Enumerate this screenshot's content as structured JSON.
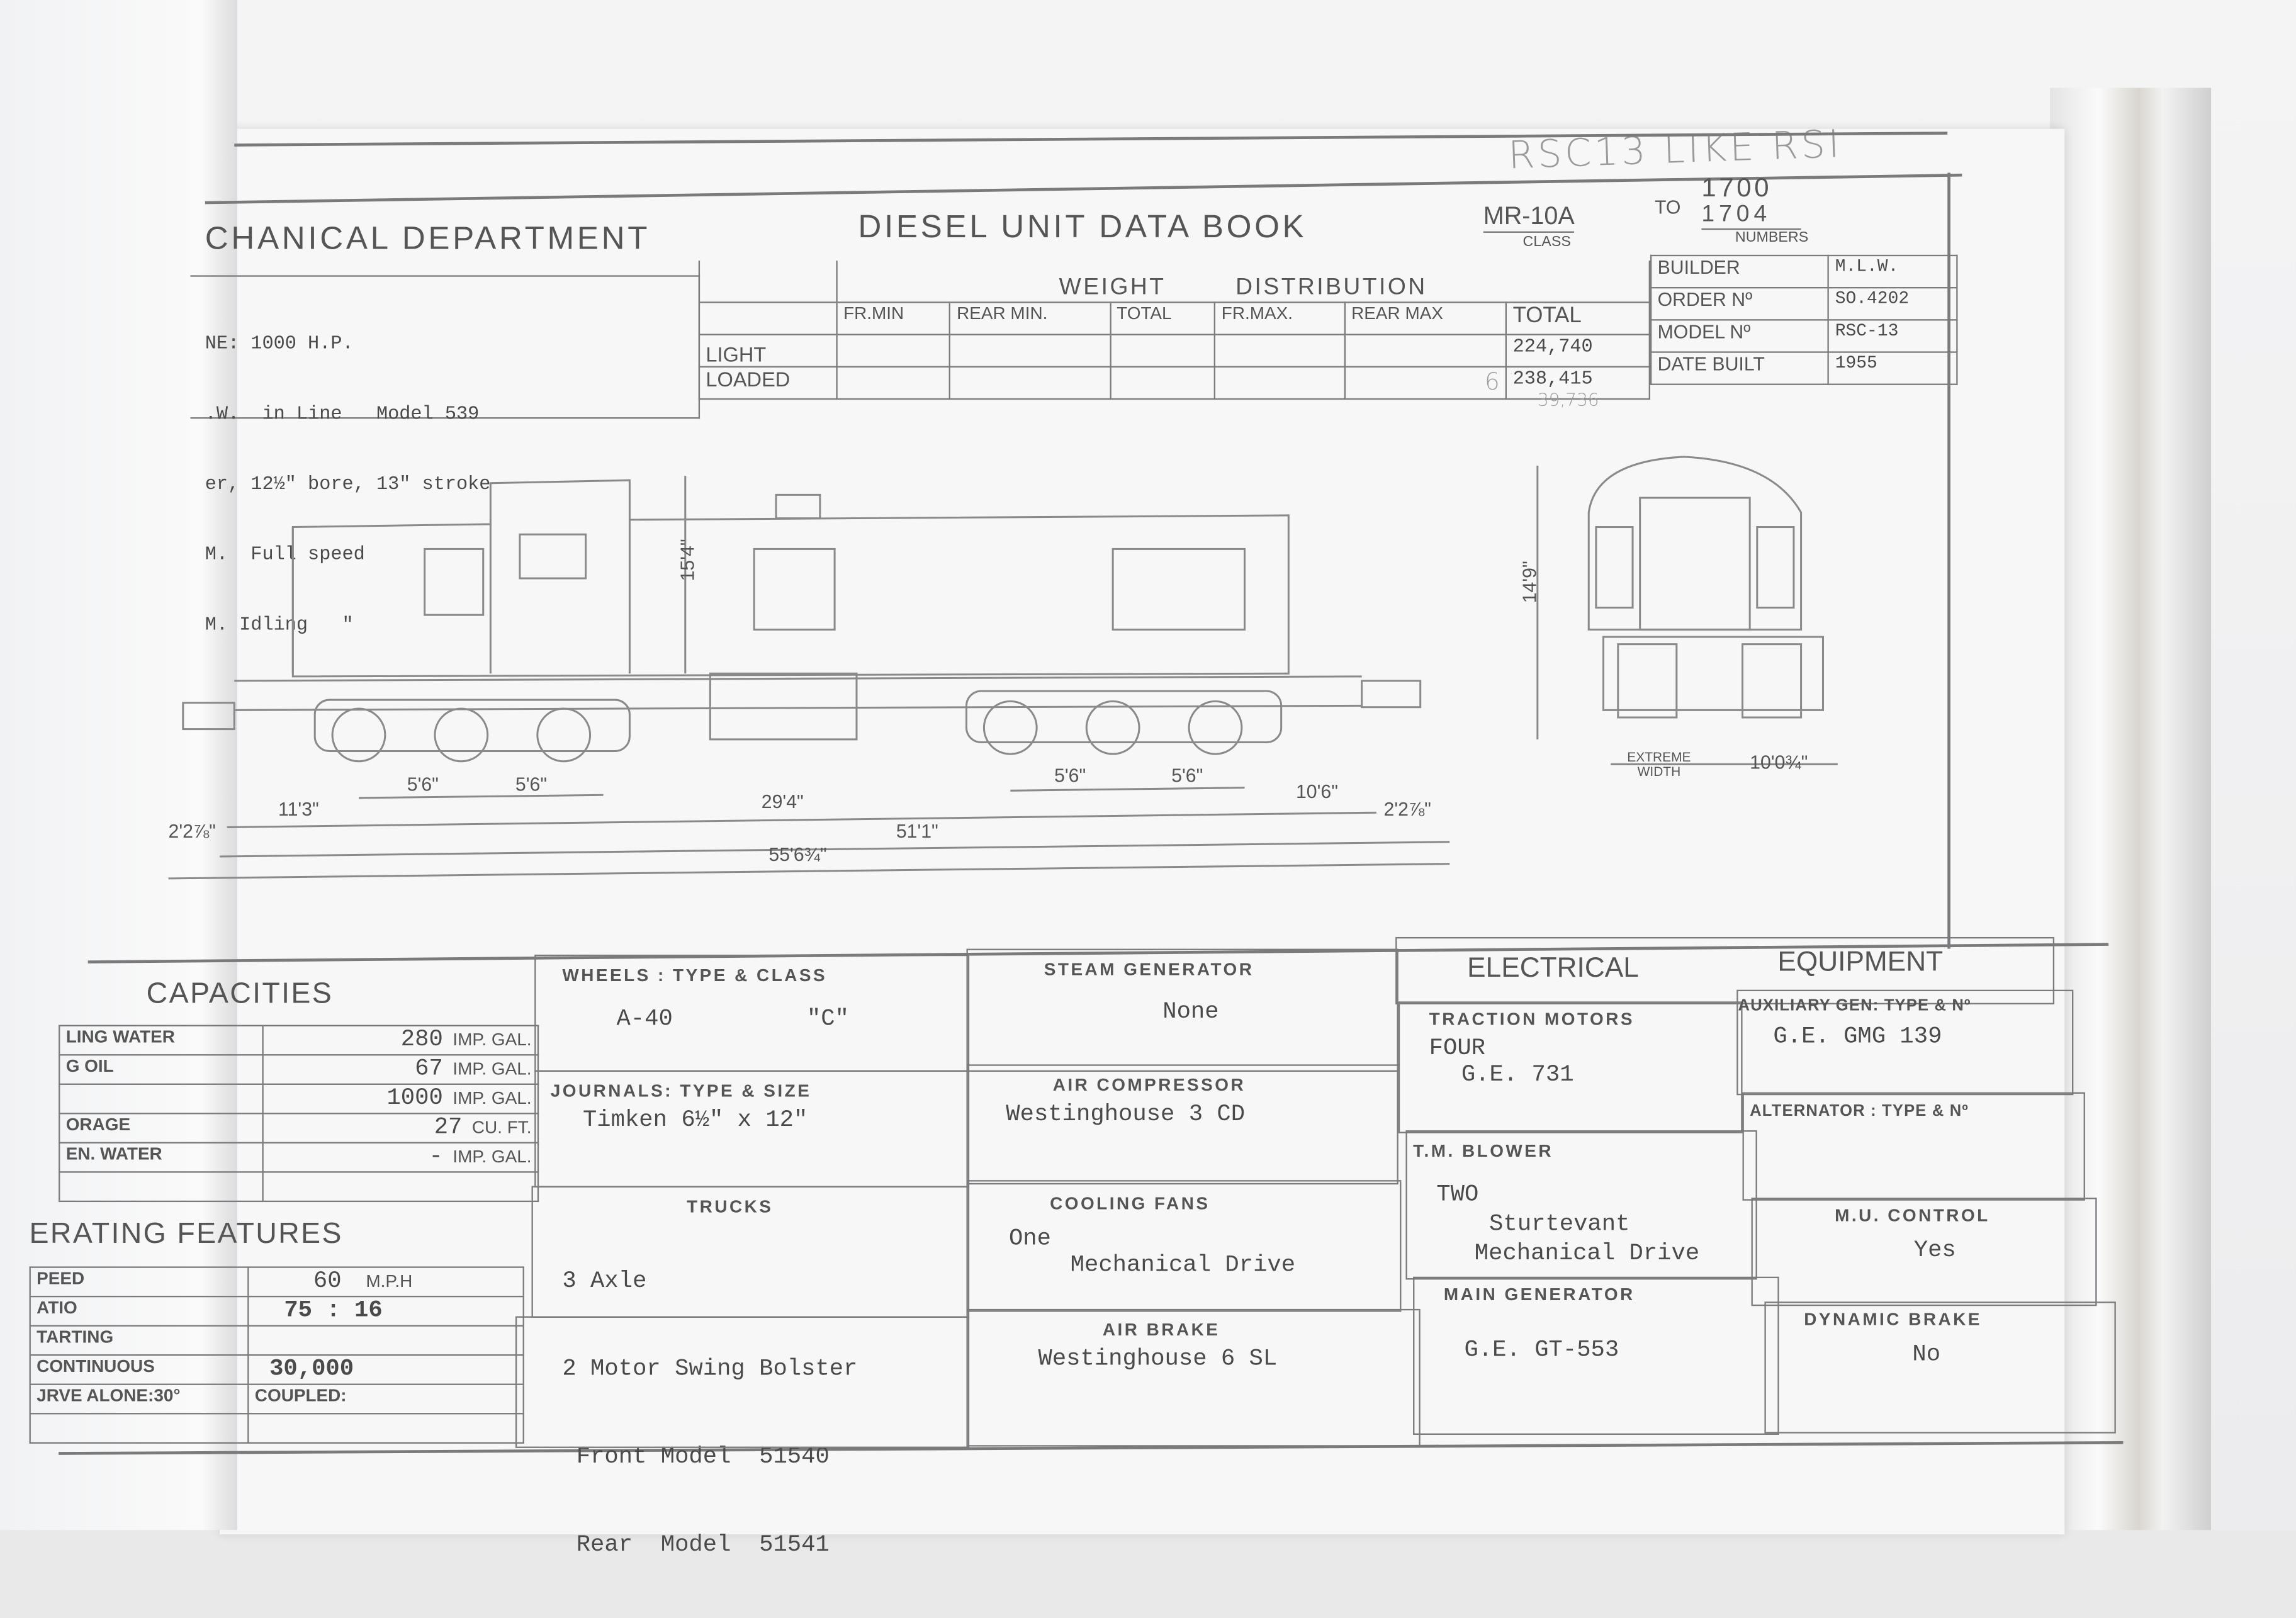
{
  "handwritten_note": "RSC13  LIKE RSI",
  "header": {
    "department": "CHANICAL  DEPARTMENT",
    "book_title": "DIESEL UNIT DATA BOOK",
    "class_value": "MR-10a",
    "class_label": "CLASS",
    "to_label": "To",
    "number_from": "1700",
    "number_to": "1704",
    "numbers_label": "NUMBERS"
  },
  "engine": {
    "lines": [
      "NE: 1000 H.P.",
      ".W.  in Line   Model 539",
      "er, 12½\" bore, 13\" stroke",
      "M.  Full speed",
      "M. Idling   \""
    ]
  },
  "weight_distribution": {
    "title_left": "WEIGHT",
    "title_right": "DISTRIBUTION",
    "columns": [
      "FR.MIN",
      "REAR MIN.",
      "TOTAL",
      "FR.MAX.",
      "REAR MAX",
      "TOTAL"
    ],
    "rows": [
      {
        "label": "LIGHT",
        "total": "224,740"
      },
      {
        "label": "LOADED",
        "total": "238,415"
      }
    ],
    "pencil_mark": "6",
    "pencil_difference": "39,736"
  },
  "builder_info": [
    {
      "label": "BUILDER",
      "value": "M.L.W."
    },
    {
      "label": "ORDER Nº",
      "value": "SO.4202"
    },
    {
      "label": "MODEL Nº",
      "value": "RSC-13"
    },
    {
      "label": "DATE BUILT",
      "value": "1955"
    }
  ],
  "drawing": {
    "height_label": "15'4\"",
    "end_height_label": "14'9\"",
    "extreme_width_label": "EXTREME WIDTH",
    "extreme_width_value": "10'0¾\"",
    "dims": {
      "axle_a1": "5'6\"",
      "axle_a2": "5'6\"",
      "axle_b1": "5'6\"",
      "axle_b2": "5'6\"",
      "front_overhang": "11'3\"",
      "center": "29'4\"",
      "rear_overhang": "10'6\"",
      "coupler_left": "2'2⅞\"",
      "coupler_right": "2'2⅞\"",
      "over_bodies": "51'1\"",
      "overall": "55'6¾\""
    }
  },
  "capacities": {
    "title": "CAPACITIES",
    "rows": [
      {
        "label": "LING WATER",
        "value": "280",
        "unit": "IMP. GAL."
      },
      {
        "label": "G  OIL",
        "value": "67",
        "unit": "IMP. GAL."
      },
      {
        "label": "",
        "value": "1000",
        "unit": "IMP. GAL."
      },
      {
        "label": "ORAGE",
        "value": "27",
        "unit": "CU. FT."
      },
      {
        "label": "EN. WATER",
        "value": "-",
        "unit": "IMP. GAL."
      },
      {
        "label": "",
        "value": "",
        "unit": ""
      }
    ]
  },
  "operating_features": {
    "title": "ERATING  FEATURES",
    "rows": [
      {
        "label": "PEED",
        "value": "60",
        "unit": "M.P.H"
      },
      {
        "label": "ATIO",
        "value": "75 : 16",
        "unit": ""
      },
      {
        "label": "TARTING",
        "value": "",
        "unit": ""
      },
      {
        "label": "CONTINUOUS",
        "value": "30,000",
        "unit": ""
      }
    ],
    "curve_label": "JRVE  ALONE:30°",
    "coupled_label": "COUPLED:"
  },
  "wheels": {
    "title": "WHEELS : TYPE & CLASS",
    "value1": "A-40",
    "value2": "\"C\""
  },
  "journals": {
    "title": "JOURNALS: TYPE & SIZE",
    "value": "Timken  6½\" x 12\""
  },
  "trucks": {
    "title": "TRUCKS",
    "lines": [
      "3 Axle",
      "2 Motor Swing Bolster",
      " Front Model  51540",
      " Rear  Model  51541"
    ]
  },
  "steam_generator": {
    "title": "STEAM  GENERATOR",
    "value": "None"
  },
  "air_compressor": {
    "title": "AIR  COMPRESSOR",
    "value": "Westinghouse  3 CD"
  },
  "cooling_fans": {
    "title": "COOLING  FANS",
    "line1": "One",
    "line2": "Mechanical Drive"
  },
  "air_brake": {
    "title": "AIR  BRAKE",
    "value": "Westinghouse  6 SL"
  },
  "electrical": {
    "title_left": "ELECTRICAL",
    "title_right": "EQUIPMENT",
    "traction_motors": {
      "title": "TRACTION  MOTORS",
      "line1": "FOUR",
      "line2": "G.E.  731"
    },
    "tm_blower": {
      "title": "T.M. BLOWER",
      "line1": "TWO",
      "line2": "Sturtevant",
      "line3": "Mechanical Drive"
    },
    "main_generator": {
      "title": "MAIN  GENERATOR",
      "value": "G.E.  GT-553"
    },
    "auxiliary_gen": {
      "title": "AUXILIARY GEN: TYPE & Nº",
      "value": "G.E.  GMG  139"
    },
    "alternator": {
      "title": "ALTERNATOR : TYPE & Nº",
      "value": ""
    },
    "mu_control": {
      "title": "M.U. CONTROL",
      "value": "Yes"
    },
    "dynamic_brake": {
      "title": "DYNAMIC  BRAKE",
      "value": "No"
    }
  }
}
